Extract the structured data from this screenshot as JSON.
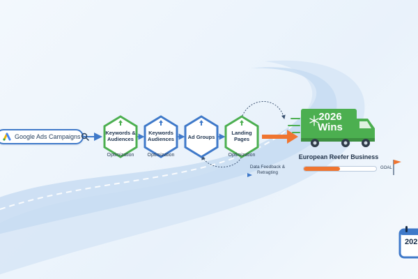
{
  "search": {
    "label": "Google Ads Campaigns"
  },
  "steps": [
    {
      "label": "Keywords & Audiences",
      "caption": "Optimization"
    },
    {
      "label": "Keywords Audiences",
      "caption": "Optimization"
    },
    {
      "label": "Ad Groups",
      "caption": ""
    },
    {
      "label": "Landing Pages",
      "caption": "Optimization"
    }
  ],
  "feedback": {
    "label": "Data Feedback & Retragting"
  },
  "truck": {
    "title_line1": "2026",
    "title_line2": "Wins"
  },
  "goal": {
    "business": "European Reefer Business",
    "goal_label": "GOAL",
    "progress": 0.5
  },
  "calendar": {
    "year": "202"
  },
  "colors": {
    "blue": "#3f79c9",
    "green": "#4caf50",
    "orange": "#ef7530",
    "dark_text": "#203550"
  }
}
